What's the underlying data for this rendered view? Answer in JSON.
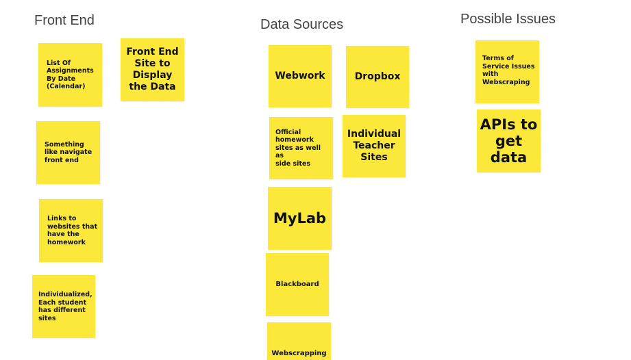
{
  "headings": {
    "front_end": "Front End",
    "data_sources": "Data Sources",
    "possible_issues": "Possible Issues"
  },
  "notes": {
    "list_of_assignments": "List Of\nAssignments\nBy Date\n(Calendar)",
    "front_end_site": "Front End\nSite to\nDisplay\nthe Data",
    "navigate_front_end": "Something\nlike navigate\nfront end",
    "links_to_websites": "Links to\nwebsites that\nhave the\nhomework",
    "individualized": "Individualized,\nEach student\nhas different\nsites",
    "webwork": "Webwork",
    "dropbox": "Dropbox",
    "official_homework": "Official\nhomework\nsites as well as\nside sites",
    "individual_teacher_sites": "Individual\nTeacher\nSites",
    "mylab": "MyLab",
    "blackboard": "Blackboard",
    "webscrapping": "Webscrapping",
    "terms_of_service": "Terms of\nService Issues\nwith\nWebscraping",
    "apis_to_get_data": "APIs to\nget\ndata"
  },
  "colors": {
    "note_fill": "#fbe83a",
    "heading_text": "#444444",
    "note_text": "#111111",
    "background": "#ffffff"
  }
}
